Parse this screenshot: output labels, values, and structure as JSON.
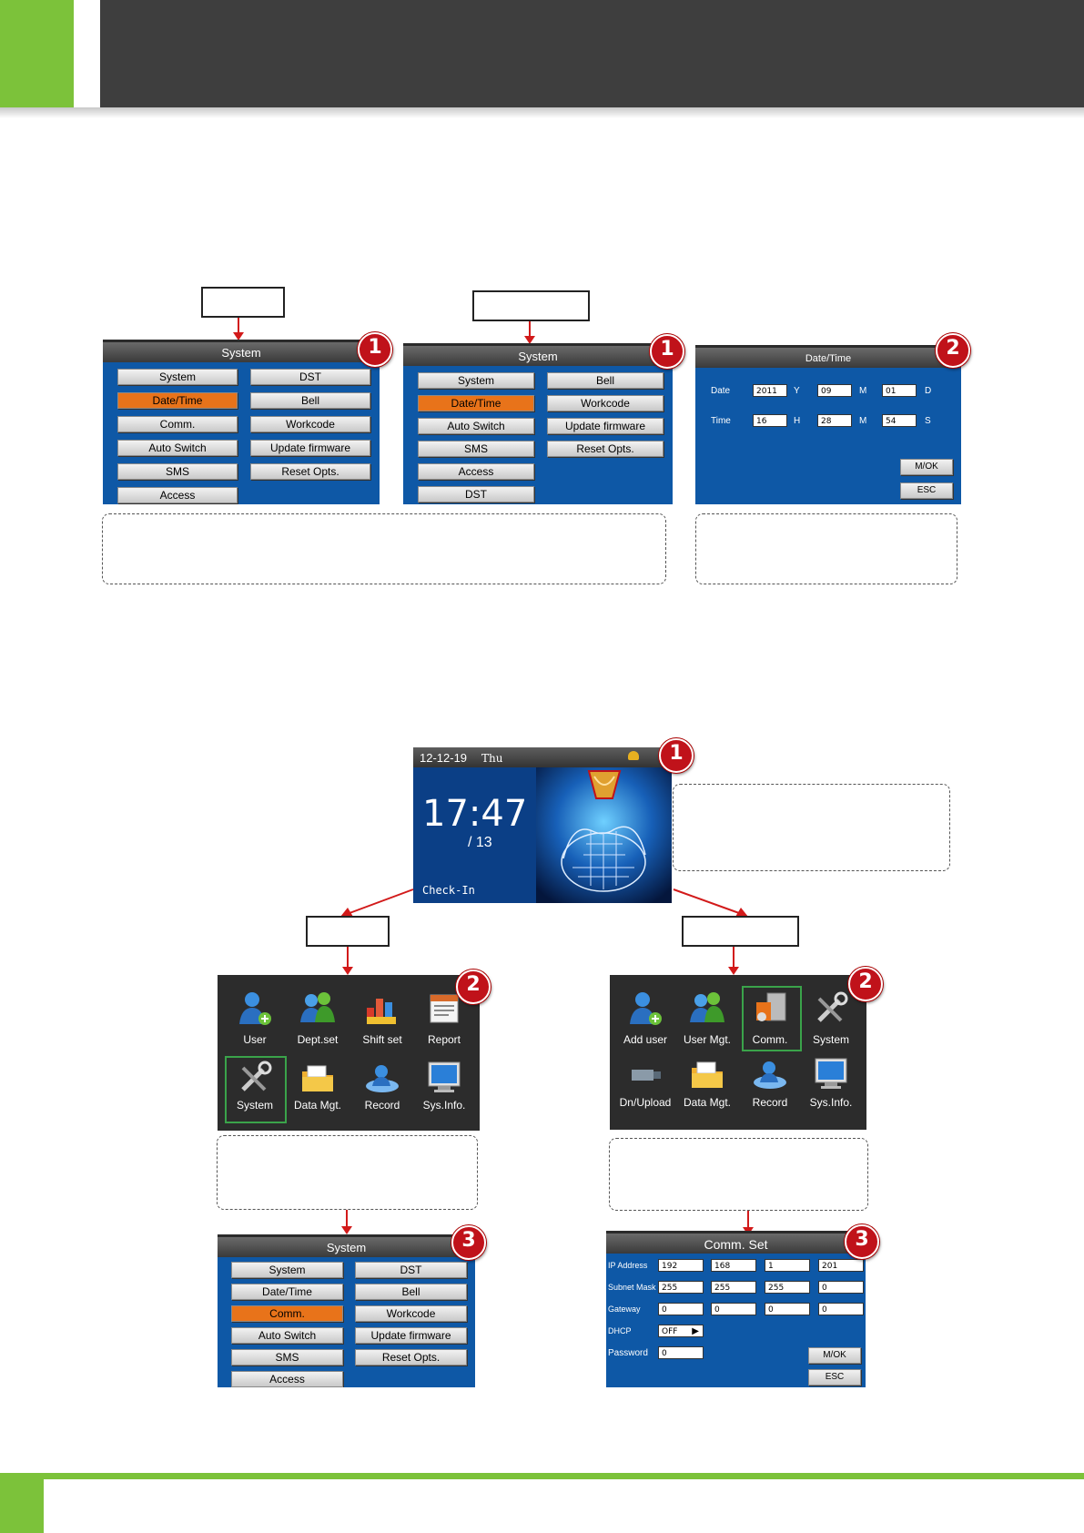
{
  "section1": {
    "screen1": {
      "title": "System",
      "badge": "1",
      "left": [
        "System",
        "Date/Time",
        "Comm.",
        "Auto Switch",
        "SMS",
        "Access"
      ],
      "right": [
        "DST",
        "Bell",
        "Workcode",
        "Update firmware",
        "Reset Opts."
      ],
      "selected": "Date/Time"
    },
    "screen2": {
      "title": "System",
      "badge": "1",
      "left": [
        "System",
        "Date/Time",
        "Auto Switch",
        "SMS",
        "Access",
        "DST"
      ],
      "right": [
        "Bell",
        "Workcode",
        "Update firmware",
        "Reset Opts."
      ],
      "selected": "Date/Time"
    },
    "screen3": {
      "title": "Date/Time",
      "badge": "2",
      "date_label": "Date",
      "time_label": "Time",
      "date": {
        "y": "2011",
        "y_unit": "Y",
        "m": "09",
        "m_unit": "M",
        "d": "01",
        "d_unit": "D"
      },
      "time": {
        "h": "16",
        "h_unit": "H",
        "m": "28",
        "m_unit": "M",
        "s": "54",
        "s_unit": "S"
      },
      "ok": "M/OK",
      "esc": "ESC"
    }
  },
  "section2": {
    "main": {
      "date": "12-12-19",
      "weekday": "Thu",
      "time": "17:47",
      "sub": "/  13",
      "status": "Check-In",
      "badge": "1"
    },
    "menuA": {
      "badge": "2",
      "items": [
        "User",
        "Dept.set",
        "Shift set",
        "Report",
        "System",
        "Data Mgt.",
        "Record",
        "Sys.Info."
      ]
    },
    "menuB": {
      "badge": "2",
      "items": [
        "Add user",
        "User Mgt.",
        "Comm.",
        "System",
        "Dn/Upload",
        "Data Mgt.",
        "Record",
        "Sys.Info."
      ]
    },
    "systemC": {
      "title": "System",
      "badge": "3",
      "left": [
        "System",
        "Date/Time",
        "Comm.",
        "Auto Switch",
        "SMS",
        "Access"
      ],
      "right": [
        "DST",
        "Bell",
        "Workcode",
        "Update firmware",
        "Reset Opts."
      ],
      "selected": "Comm."
    },
    "commD": {
      "title": "Comm. Set",
      "badge": "3",
      "rows": [
        {
          "label": "IP Address",
          "values": [
            "192",
            "168",
            "1",
            "201"
          ]
        },
        {
          "label": "Subnet Mask",
          "values": [
            "255",
            "255",
            "255",
            "0"
          ]
        },
        {
          "label": "Gateway",
          "values": [
            "0",
            "0",
            "0",
            "0"
          ]
        }
      ],
      "dhcp_label": "DHCP",
      "dhcp_value": "OFF",
      "password_label": "Password",
      "password_value": "0",
      "ok": "M/OK",
      "esc": "ESC"
    }
  }
}
